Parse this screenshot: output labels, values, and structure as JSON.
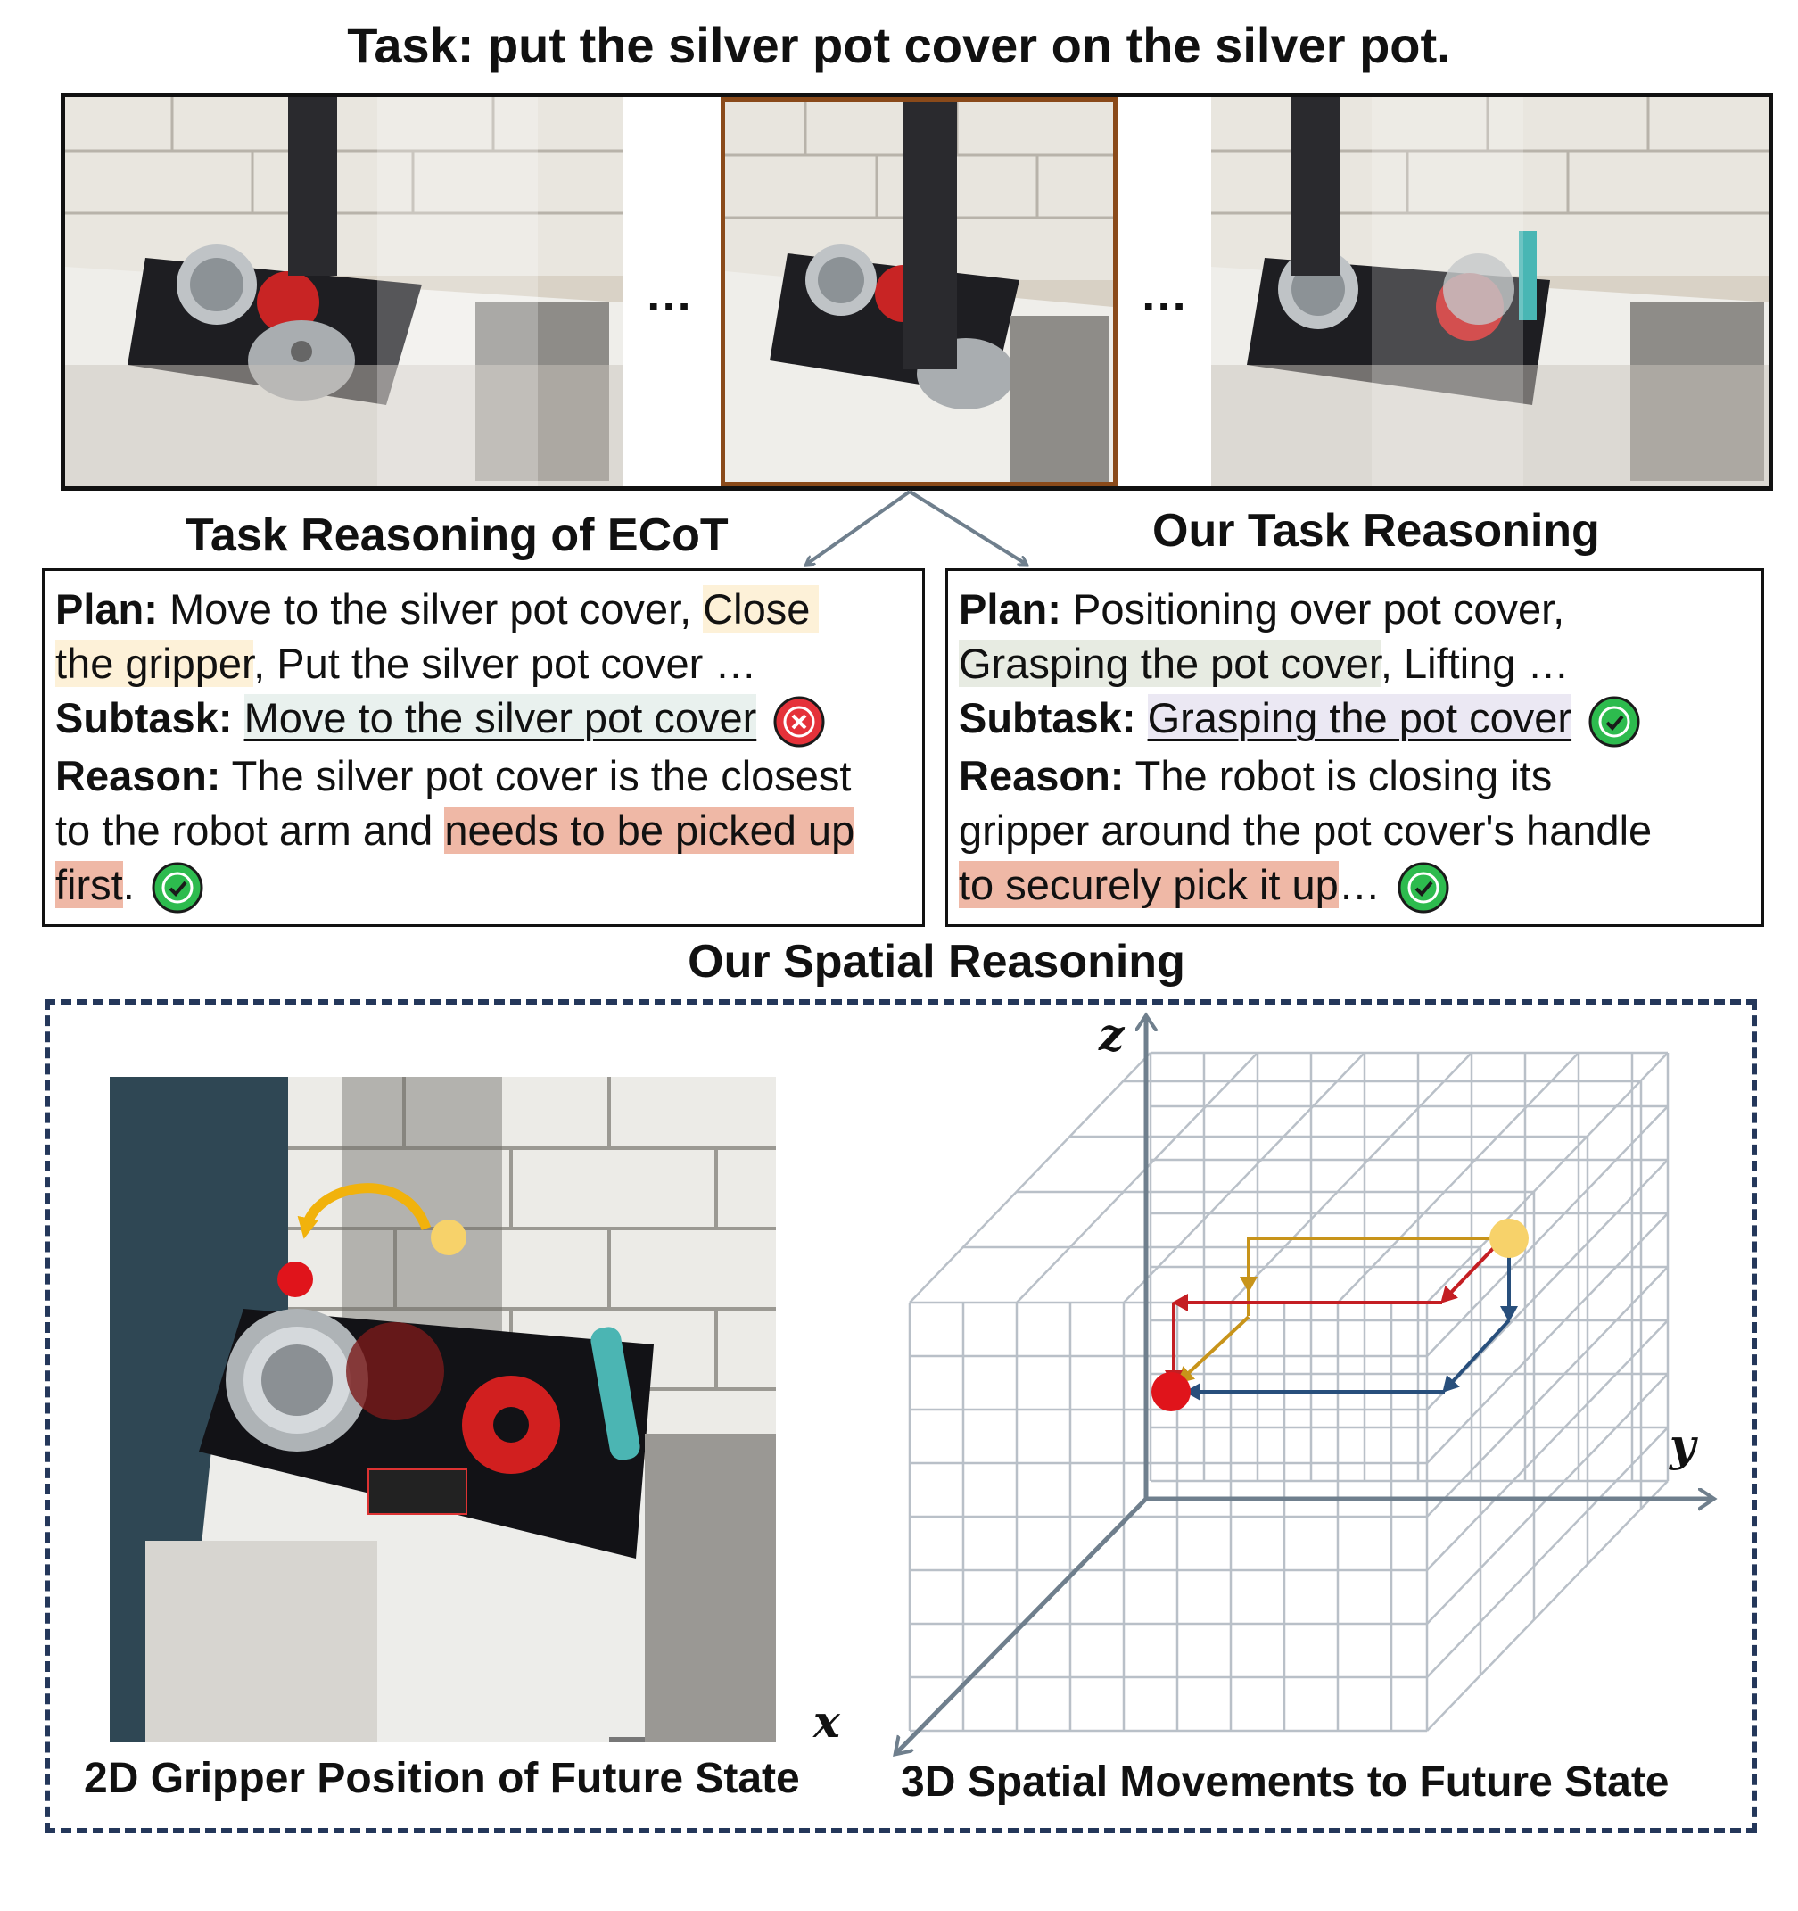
{
  "task_title": "Task: put the silver pot cover on the silver pot.",
  "strip": {
    "ellipsis_left": "…",
    "ellipsis_right": "…"
  },
  "ecot": {
    "title": "Task Reasoning of ECoT",
    "plan_label": "Plan:",
    "plan_text_1": " Move to the silver pot cover, ",
    "plan_hl": "Close the gripper",
    "plan_text_2": ", Put the silver pot cover …",
    "subtask_label": "Subtask:",
    "subtask_text": "Move to the silver pot cover",
    "subtask_mark": "cross-icon",
    "reason_label": "Reason:",
    "reason_text_1": " The silver pot cover is the closest",
    "reason_text_2": "to the robot arm and ",
    "reason_hl_1": "needs to be picked up",
    "reason_hl_2": "first",
    "reason_end": ".",
    "reason_mark": "check-icon"
  },
  "ours": {
    "title": "Our Task Reasoning",
    "plan_label": "Plan:",
    "plan_text_1": " Positioning over pot cover,",
    "plan_hl": "Grasping the pot cover",
    "plan_text_2": ", Lifting …",
    "subtask_label": "Subtask:",
    "subtask_text": "Grasping the pot cover",
    "subtask_mark": "check-icon",
    "reason_label": "Reason:",
    "reason_text_1": " The robot is closing its",
    "reason_text_2": "gripper around the pot cover's handle",
    "reason_hl": "to securely pick it up",
    "reason_end": "…",
    "reason_mark": "check-icon"
  },
  "spatial": {
    "title": "Our Spatial Reasoning",
    "caption_2d": "2D Gripper Position of Future State",
    "caption_3d": "3D Spatial Movements to Future State",
    "axis_x": "x",
    "axis_y": "y",
    "axis_z": "z"
  },
  "colors": {
    "yellow_point": "#f7d26a",
    "red_point": "#e0141b",
    "yellow_path": "#c8941a",
    "red_path": "#c41e23",
    "blue_path": "#284f7c",
    "dashed_border": "#24375a",
    "frame_highlight": "#8a4a1a"
  }
}
